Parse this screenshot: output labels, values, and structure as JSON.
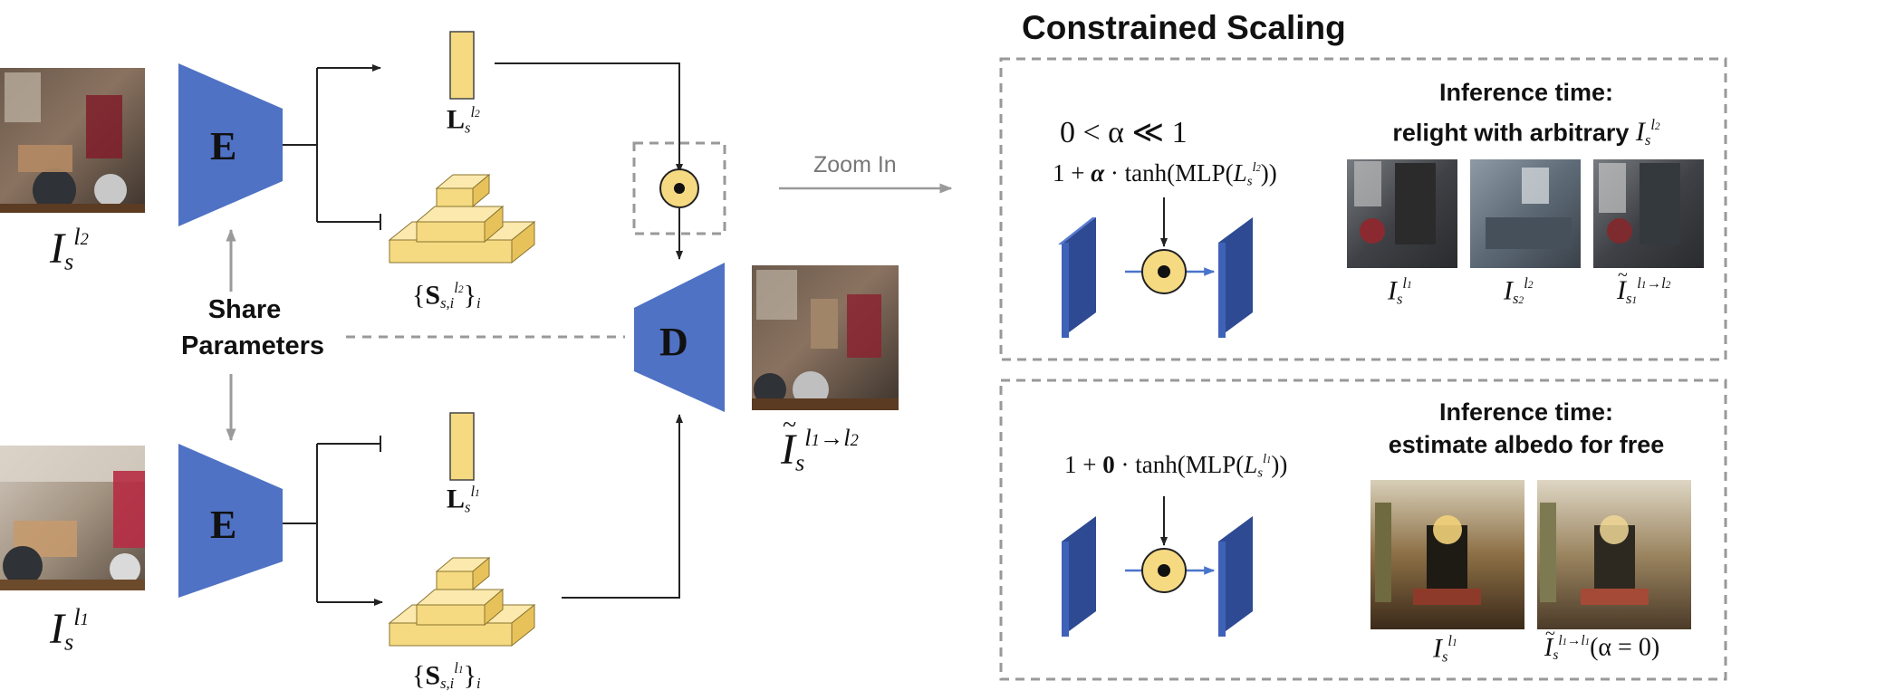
{
  "title": "Constrained Scaling",
  "encoder_label": "E",
  "decoder_label": "D",
  "share": {
    "line1": "Share",
    "line2": "Parameters"
  },
  "zoom_label": "Zoom In",
  "panel1": {
    "heading_line1": "Inference time:",
    "heading_line2": "relight with arbitrary",
    "condition": "0 < α ≪ 1",
    "formula_prefix": "1 + ",
    "formula_coef": "α",
    "formula_mid": " · tanh(MLP(",
    "formula_suffix": "))"
  },
  "panel2": {
    "heading_line1": "Inference time:",
    "heading_line2": "estimate albedo for free",
    "formula_prefix": "1 + ",
    "formula_coef": "0",
    "formula_mid": " · tanh(MLP(",
    "formula_suffix": "))",
    "alpha_note": "(α = 0)"
  },
  "colors": {
    "encoder_blue": "#4f72c4",
    "feature_yellow": "#f6da82",
    "feature_yellow_side": "#e7c25a",
    "dash_gray": "#999999",
    "arrow_gray": "#9a9a9a",
    "conv_blue": "#3f62b8",
    "conv_blue_side": "#2e4a93",
    "arrow_blue": "#4a74cc"
  },
  "icons": {
    "hadamard": "circle-dot-icon",
    "kitchen_photo": "kitchen-photo",
    "room_photo": "hall-photo"
  }
}
